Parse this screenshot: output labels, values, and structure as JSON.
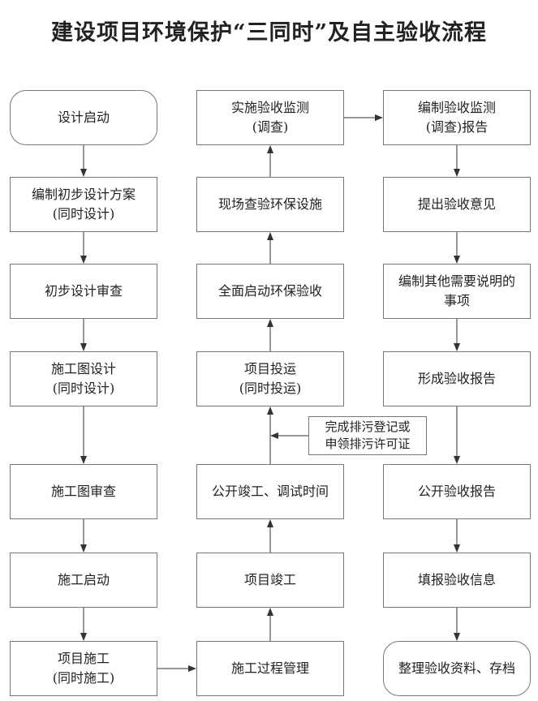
{
  "title": "建设项目环境保护“三同时”及自主验收流程",
  "nodes": {
    "design_start": [
      "设计启动"
    ],
    "prelim_plan": [
      "编制初步设计方案",
      "(同时设计)"
    ],
    "prelim_review": [
      "初步设计审查"
    ],
    "construction_design": [
      "施工图设计",
      "(同时设计)"
    ],
    "construction_review": [
      "施工图审查"
    ],
    "construction_start": [
      "施工启动"
    ],
    "project_construction": [
      "项目施工",
      "(同时施工)"
    ],
    "process_management": [
      "施工过程管理"
    ],
    "project_completion": [
      "项目竣工"
    ],
    "publish_completion": [
      "公开竣工、调试时间"
    ],
    "pollution_permit": [
      "完成排污登记或",
      "申领排污许可证"
    ],
    "project_operation": [
      "项目投运",
      "(同时投运)"
    ],
    "full_acceptance": [
      "全面启动环保验收"
    ],
    "site_inspection": [
      "现场查验环保设施"
    ],
    "monitoring": [
      "实施验收监测",
      "(调查)"
    ],
    "monitoring_report": [
      "编制验收监测",
      "(调查)报告"
    ],
    "acceptance_opinion": [
      "提出验收意见"
    ],
    "other_matters": [
      "编制其他需要说明的",
      "事项"
    ],
    "acceptance_report": [
      "形成验收报告"
    ],
    "publish_report": [
      "公开验收报告"
    ],
    "fill_info": [
      "填报验收信息"
    ],
    "archive": [
      "整理验收资料、存档"
    ]
  }
}
